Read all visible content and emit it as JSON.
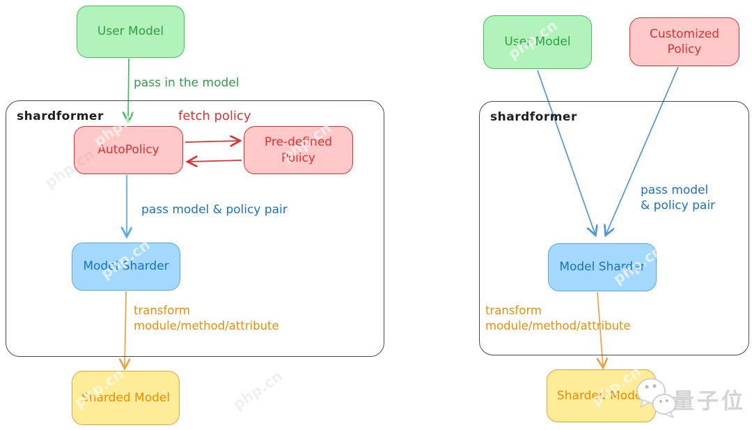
{
  "colors": {
    "green_fill": "#b2f2bb",
    "green_stroke": "#40c057",
    "green_text": "#2f9e44",
    "red_fill": "#ffc9c9",
    "red_stroke": "#e03131",
    "red_text": "#e03131",
    "blue_fill": "#a5d8ff",
    "blue_stroke": "#4dabf7",
    "blue_text": "#1971c2",
    "blue_arrow": "#4f94dd",
    "yellow_fill": "#ffec99",
    "yellow_stroke": "#e8a33d",
    "orange_text": "#f08c00",
    "orange_arrow": "#eba23c",
    "container_stroke": "#43484e",
    "label_text": "#1e1e1e"
  },
  "left": {
    "container_label": "shardformer",
    "nodes": {
      "user_model": "User Model",
      "autopolicy": "AutoPolicy",
      "predefined_policy": "Pre-defined Policy",
      "model_sharder": "Model Sharder",
      "sharded_model": "Sharded Model"
    },
    "edges": {
      "pass_in_model": "pass in the model",
      "fetch_policy": "fetch policy",
      "pass_pair": "pass model & policy pair",
      "transform": "transform\nmodule/method/attribute"
    }
  },
  "right": {
    "container_label": "shardformer",
    "nodes": {
      "user_model": "User Model",
      "customized_policy": "Customized Policy",
      "model_sharder": "Model Sharder",
      "sharded_model": "Sharded Model"
    },
    "edges": {
      "pass_pair": "pass model\n& policy pair",
      "transform": "transform\nmodule/method/attribute"
    }
  },
  "watermarks": {
    "site_watermark": "php.cn",
    "brand_watermark": "量子位"
  }
}
